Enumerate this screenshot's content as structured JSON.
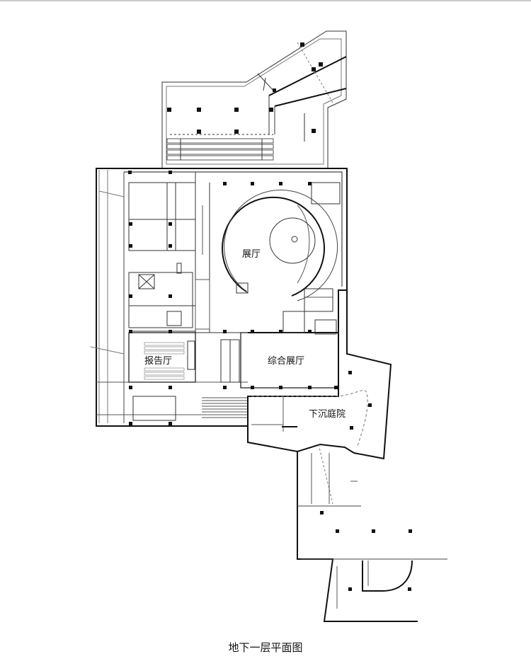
{
  "caption": "地下一层平面图",
  "rooms": {
    "exhibition_hall": "展厅",
    "lecture_hall": "报告厅",
    "comprehensive_hall": "综合展厅",
    "sunken_courtyard": "下沉庭院"
  },
  "colors": {
    "line": "#111111",
    "thin": "#555555",
    "dashed": "#777777",
    "column": "#111111"
  }
}
